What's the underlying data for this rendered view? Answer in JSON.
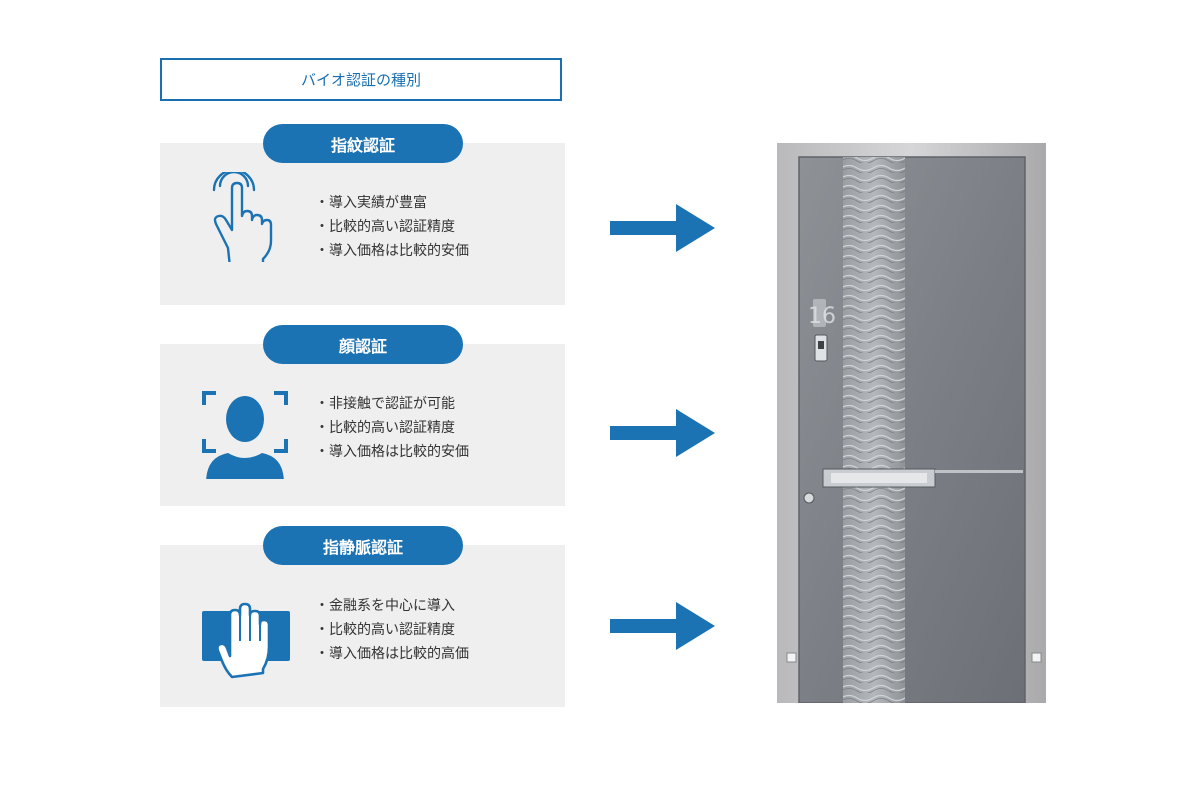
{
  "title": "バイオ認証の種別",
  "sections": [
    {
      "label": "指紋認証",
      "icon": "finger-tap-icon",
      "bullets": [
        "導入実績が豊富",
        "比較的高い認証精度",
        "導入価格は比較的安価"
      ]
    },
    {
      "label": "顔認証",
      "icon": "face-scan-icon",
      "bullets": [
        "非接触で認証が可能",
        "比較的高い認証精度",
        "導入価格は比較的安価"
      ]
    },
    {
      "label": "指静脈認証",
      "icon": "palm-scan-icon",
      "bullets": [
        "金融系を中心に導入",
        "比較的高い認証精度",
        "導入価格は比較的高価"
      ]
    }
  ],
  "door": {
    "number": "16"
  },
  "colors": {
    "accent": "#1c73b4",
    "panel": "#efefef"
  }
}
